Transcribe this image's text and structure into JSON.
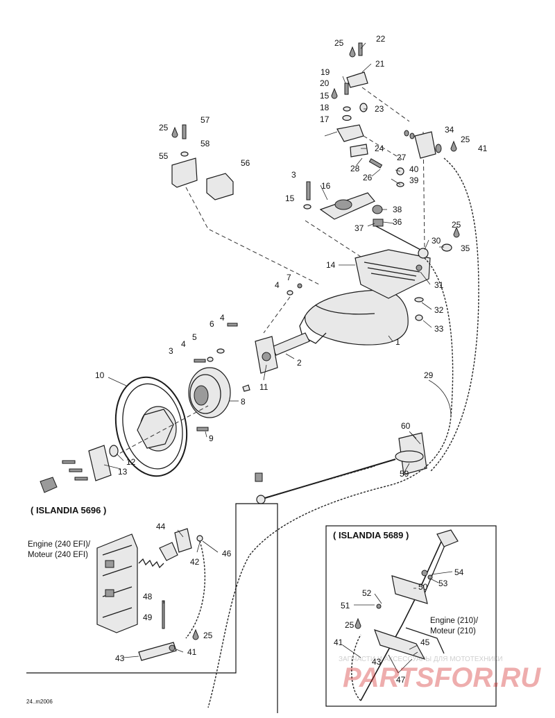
{
  "sections": {
    "islandia_5696": "( ISLANDIA 5696 )",
    "islandia_5689": "( ISLANDIA 5689 )"
  },
  "notes": {
    "engine_240_line1": "Engine (240 EFI)/",
    "engine_240_line2": "Moteur (240 EFI)",
    "engine_210_line1": "Engine (210)/",
    "engine_210_line2": "Moteur (210)"
  },
  "footer_code": "24..m2006",
  "watermark": {
    "tagline": "ЗАПЧАСТИ И АКСЕССУАРЫ ДЛЯ МОТОТЕХНИКИ",
    "logo": "PARTSFOR.RU"
  },
  "callouts": [
    "25",
    "22",
    "21",
    "19",
    "20",
    "15",
    "18",
    "23",
    "17",
    "34",
    "25",
    "41",
    "57",
    "25",
    "58",
    "24",
    "27",
    "28",
    "40",
    "55",
    "56",
    "3",
    "26",
    "39",
    "16",
    "15",
    "38",
    "37",
    "36",
    "25",
    "30",
    "35",
    "14",
    "31",
    "7",
    "4",
    "32",
    "6",
    "4",
    "33",
    "5",
    "4",
    "1",
    "3",
    "2",
    "11",
    "29",
    "10",
    "8",
    "9",
    "12",
    "13",
    "60",
    "59",
    "44",
    "42",
    "46",
    "48",
    "49",
    "25",
    "43",
    "41",
    "54",
    "53",
    "52",
    "50",
    "51",
    "25",
    "45",
    "41",
    "43",
    "47"
  ]
}
